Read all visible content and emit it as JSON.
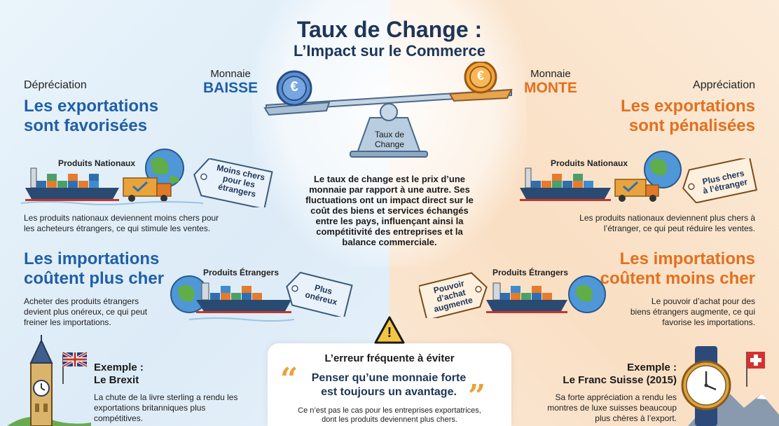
{
  "header": {
    "title": "Taux de Change :",
    "subtitle": "L’Impact sur le Commerce"
  },
  "left": {
    "label": "Dépréciation",
    "monnaie_label": "Monnaie",
    "monnaie_state": "BAISSE",
    "export_head_1": "Les exportations",
    "export_head_2": "sont favorisées",
    "export_caption": "Produits Nationaux",
    "export_tag_1": "Moins chers",
    "export_tag_2": "pour les",
    "export_tag_3": "étrangers",
    "export_text_1": "Les produits nationaux deviennent moins chers pour",
    "export_text_2": "les acheteurs étrangers, ce qui stimule les ventes.",
    "import_head_1": "Les importations",
    "import_head_2": "coûtent plus cher",
    "import_caption": "Produits Étrangers",
    "import_tag_1": "Plus",
    "import_tag_2": "onéreux",
    "import_text_1": "Acheter des produits étrangers",
    "import_text_2": "devient plus onéreux, ce qui peut",
    "import_text_3": "freiner les importations.",
    "example_label": "Exemple :",
    "example_name": "Le Brexit",
    "example_text_1": "La chute de la livre sterling a rendu les",
    "example_text_2": "exportations britanniques plus",
    "example_text_3": "compétitives."
  },
  "right": {
    "label": "Appréciation",
    "monnaie_label": "Monnaie",
    "monnaie_state": "MONTE",
    "export_head_1": "Les exportations",
    "export_head_2": "sont pénalisées",
    "export_caption": "Produits Nationaux",
    "export_tag_1": "Plus chers",
    "export_tag_2": "à l’étranger",
    "export_text_1": "Les produits nationaux deviennent plus chers à",
    "export_text_2": "l’étranger, ce qui peut réduire les ventes.",
    "import_head_1": "Les importations",
    "import_head_2": "coûtent moins cher",
    "import_caption": "Produits Étrangers",
    "import_tag_1": "Pouvoir",
    "import_tag_2": "d’achat",
    "import_tag_3": "augmente",
    "import_text_1": "Le pouvoir d’achat pour des",
    "import_text_2": "biens étrangers augmente, ce qui",
    "import_text_3": "favorise les importations.",
    "example_label": "Exemple :",
    "example_name": "Le Franc Suisse (2015)",
    "example_text_1": "Sa forte appréciation a rendu les",
    "example_text_2": "montres de luxe suisses beaucoup",
    "example_text_3": "plus chères à l’export."
  },
  "center": {
    "scale_label_1": "Taux de",
    "scale_label_2": "Change",
    "currency_symbol": "€",
    "text_1": "Le taux de change est le prix d’une",
    "text_2": "monnaie par rapport à une autre. Ses",
    "text_3": "fluctuations ont un impact direct sur le",
    "text_4": "coût des biens et services échangés",
    "text_5": "entre les pays, influençant ainsi la",
    "text_6": "compétitivité des entreprises et la",
    "text_7": "balance commerciale."
  },
  "error": {
    "warning_symbol": "!",
    "title": "L’erreur fréquente à éviter",
    "open_quote": "“",
    "close_quote": "”",
    "quote_1": "Penser qu’une monnaie forte",
    "quote_2": "est toujours un avantage.",
    "note_1": "Ce n’est pas le cas pour les entreprises exportatrices,",
    "note_2": "dont les produits deviennent plus chers."
  },
  "colors": {
    "blue": "#1f5fa8",
    "orange": "#e2701e",
    "navy": "#1d3557"
  }
}
